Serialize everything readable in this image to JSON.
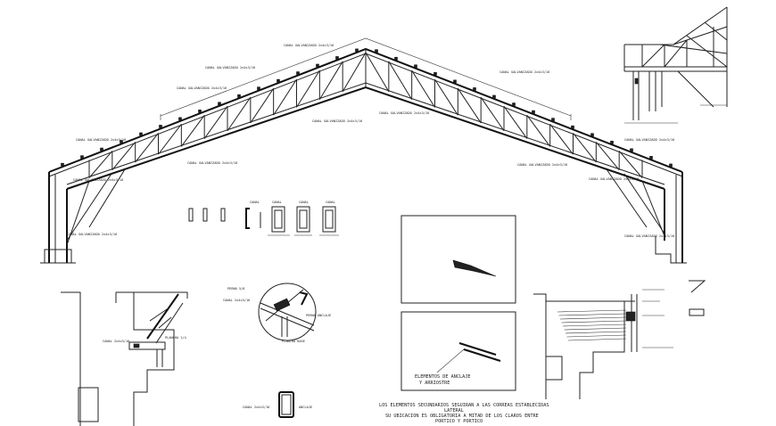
{
  "drawing": {
    "truss_labels": [
      "CANAL GALVANIZADO 2x4x3/16",
      "CANAL GALVANIZADO 2x4x3/16",
      "CANAL GALVANIZADO 2x4x3/16",
      "CANAL GALVANIZADO 2x4x3/16",
      "CANAL GALVANIZADO 2x4x3/16",
      "CANAL GALVANIZADO 2x4x3/16",
      "CANAL GALVANIZADO 2x4x3/16",
      "CANAL GALVANIZADO 2x4x3/16",
      "CANAL GALVANIZADO 2x4x3/16",
      "CANAL GALVANIZADO 2x4x3/16",
      "CANAL GALVANIZADO 2x4x3/16",
      "CANAL GALVANIZADO 2x4x3/16",
      "CANAL GALVANIZADO 2x4x3/16",
      "CANAL GALVANIZADO 2x4x3/16"
    ],
    "section_titles": [
      "CANAL",
      "CANAL",
      "CANAL",
      "CANAL"
    ],
    "diagonal_note": [
      "ELEMENTOS DE ANCLAJE",
      "Y ARRIOSTRE"
    ],
    "footer_note": [
      "LOS ELEMENTOS SECUNDARIOS SEGUIRAN A LAS CORREAS ESTABLECIDAS",
      "LATERAL",
      "SU UBICACION ES OBLIGATORIA A MITAD DE LOS CLAROS ENTRE",
      "PORTICO Y PORTICO"
    ],
    "detail_labels": [
      "CANAL 2x4x3/16",
      "PLANCHA 1/4",
      "PERNO 5/8",
      "CANAL 2x4x3/16",
      "PERNO ANCLAJE",
      "PLANCHA BASE",
      "CANAL 2x4x3/16",
      "ANCLAJE"
    ]
  }
}
